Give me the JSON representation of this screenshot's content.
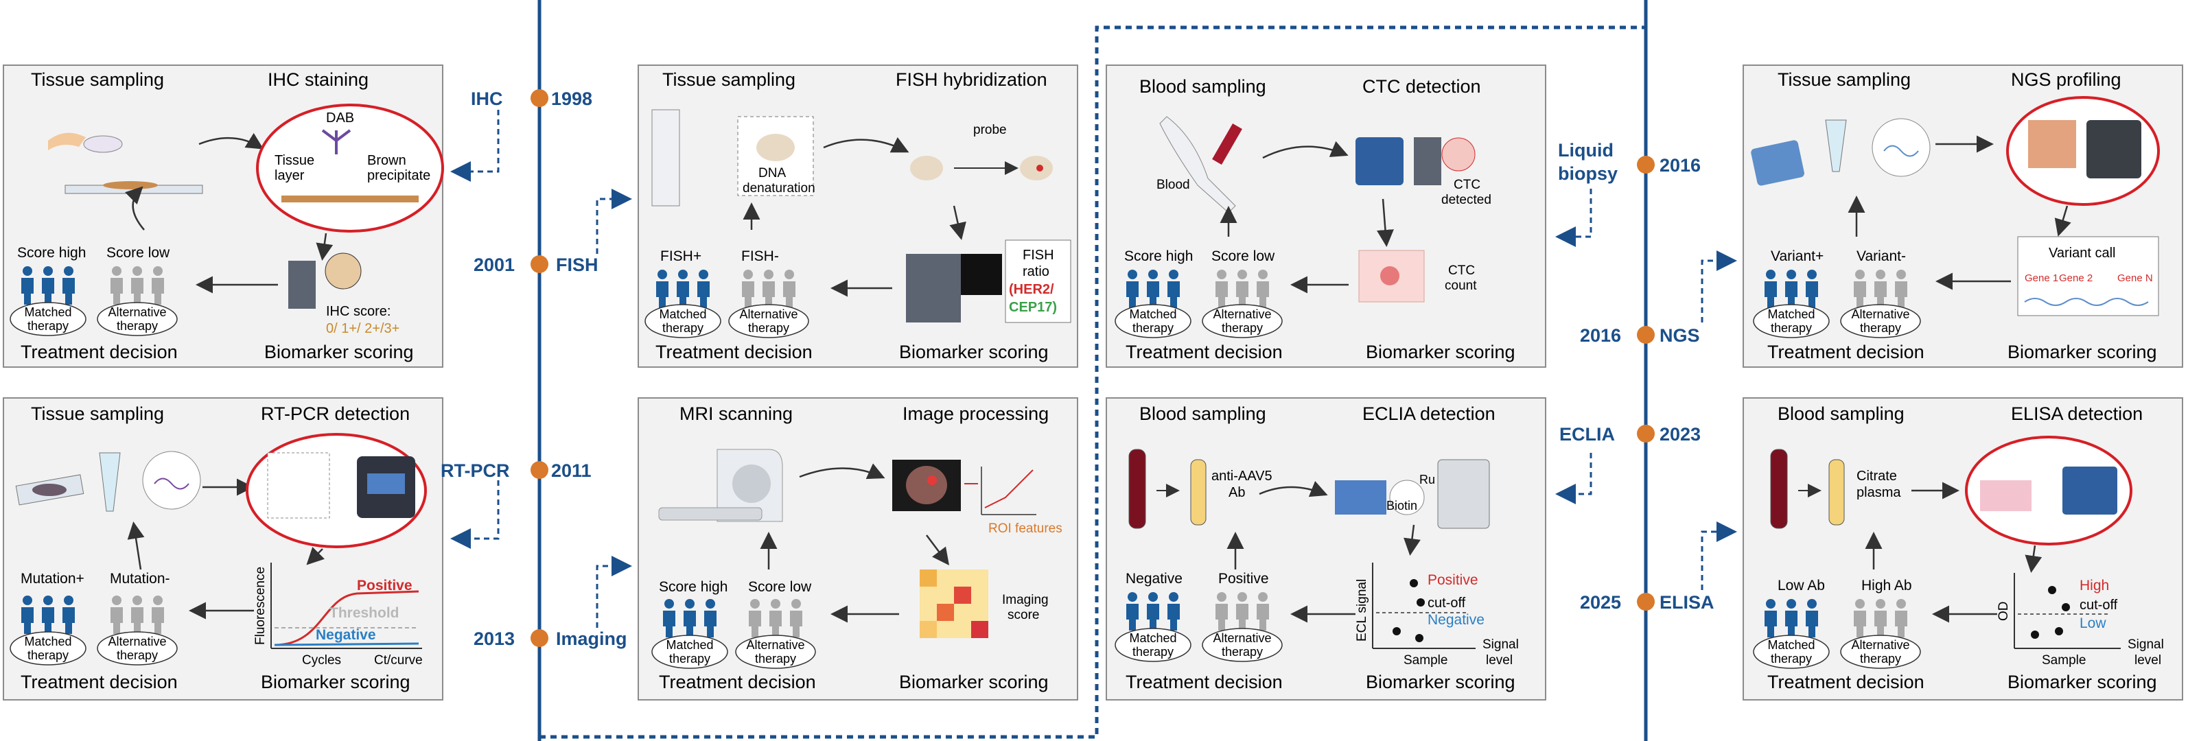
{
  "timeline": {
    "events": [
      {
        "year": "1998",
        "name": "IHC"
      },
      {
        "year": "2001",
        "name": "FISH"
      },
      {
        "year": "2011",
        "name": "RT-PCR"
      },
      {
        "year": "2013",
        "name": "Imaging"
      },
      {
        "year": "2016",
        "name_line1": "Liquid",
        "name_line2": "biopsy"
      },
      {
        "year": "2016",
        "name": "NGS"
      },
      {
        "year": "2023",
        "name": "ECLIA"
      },
      {
        "year": "2025",
        "name": "ELISA"
      }
    ]
  },
  "panels": {
    "ihc": {
      "step1": "Tissue sampling",
      "step2": "IHC staining",
      "decision": "Treatment decision",
      "scoring": "Biomarker scoring",
      "dab": "DAB",
      "tissue1": "Tissue",
      "tissue2": "layer",
      "brown1": "Brown",
      "brown2": "precipitate",
      "high": "Score high",
      "low": "Score low",
      "matched1": "Matched",
      "matched2": "therapy",
      "alt1": "Alternative",
      "alt2": "therapy",
      "score_title": "IHC score:",
      "score_vals": "0/ 1+/ 2+/3+"
    },
    "fish": {
      "step1": "Tissue sampling",
      "step2": "FISH hybridization",
      "decision": "Treatment decision",
      "scoring": "Biomarker scoring",
      "dna1": "DNA",
      "dna2": "denaturation",
      "probe": "probe",
      "high": "FISH+",
      "low": "FISH-",
      "matched1": "Matched",
      "matched2": "therapy",
      "alt1": "Alternative",
      "alt2": "therapy",
      "ratio1": "FISH",
      "ratio2": "ratio",
      "her2": "(HER2/",
      "cep17": "CEP17)"
    },
    "liquid": {
      "step1": "Blood sampling",
      "step2": "CTC detection",
      "decision": "Treatment decision",
      "scoring": "Biomarker scoring",
      "blood": "Blood",
      "ctc1": "CTC",
      "ctc2": "detected",
      "count1": "CTC",
      "count2": "count",
      "high": "Score high",
      "low": "Score low",
      "matched1": "Matched",
      "matched2": "therapy",
      "alt1": "Alternative",
      "alt2": "therapy"
    },
    "ngs": {
      "step1": "Tissue sampling",
      "step2": "NGS profiling",
      "decision": "Treatment decision",
      "scoring": "Biomarker scoring",
      "variant_call": "Variant call",
      "gene1": "Gene 1",
      "gene2": "Gene 2",
      "genen": "Gene N",
      "high": "Variant+",
      "low": "Variant-",
      "matched1": "Matched",
      "matched2": "therapy",
      "alt1": "Alternative",
      "alt2": "therapy"
    },
    "rtpcr": {
      "step1": "Tissue sampling",
      "step2": "RT-PCR detection",
      "decision": "Treatment decision",
      "scoring": "Biomarker scoring",
      "high": "Mutation+",
      "low": "Mutation-",
      "matched1": "Matched",
      "matched2": "therapy",
      "alt1": "Alternative",
      "alt2": "therapy",
      "positive": "Positive",
      "threshold": "Threshold",
      "negative": "Negative",
      "yaxis": "Fluorescence",
      "xaxis": "Cycles",
      "ct": "Ct/curve"
    },
    "imaging": {
      "step1": "MRI scanning",
      "step2": "Image processing",
      "decision": "Treatment decision",
      "scoring": "Biomarker scoring",
      "roi": "ROI features",
      "score1": "Imaging",
      "score2": "score",
      "high": "Score high",
      "low": "Score low",
      "matched1": "Matched",
      "matched2": "therapy",
      "alt1": "Alternative",
      "alt2": "therapy"
    },
    "eclia": {
      "step1": "Blood sampling",
      "step2": "ECLIA detection",
      "decision": "Treatment decision",
      "scoring": "Biomarker scoring",
      "ab1": "anti-AAV5",
      "ab2": "Ab",
      "ru": "Ru",
      "biotin": "Biotin",
      "high": "Negative",
      "low": "Positive",
      "matched1": "Matched",
      "matched2": "therapy",
      "alt1": "Alternative",
      "alt2": "therapy",
      "positive": "Positive",
      "cutoff": "cut-off",
      "negative": "Negative",
      "yaxis": "ECL signal",
      "xaxis": "Sample",
      "sig1": "Signal",
      "sig2": "level"
    },
    "elisa": {
      "step1": "Blood sampling",
      "step2": "ELISA detection",
      "decision": "Treatment decision",
      "scoring": "Biomarker scoring",
      "plasma1": "Citrate",
      "plasma2": "plasma",
      "high": "Low Ab",
      "low": "High Ab",
      "matched1": "Matched",
      "matched2": "therapy",
      "alt1": "Alternative",
      "alt2": "therapy",
      "hi": "High",
      "cutoff": "cut-off",
      "lo": "Low",
      "yaxis": "OD",
      "xaxis": "Sample",
      "sig1": "Signal",
      "sig2": "level"
    }
  },
  "colors": {
    "timeline": "#1b4f8a",
    "node": "#d9792b",
    "panel_bg": "#f2f2f2",
    "panel_border": "#8c8c8c",
    "oval": "#d61f26",
    "positive": "#d22b2b",
    "negative": "#2a7fc4",
    "person_blue": "#1c5d9c",
    "person_gray": "#a9a9a9"
  }
}
